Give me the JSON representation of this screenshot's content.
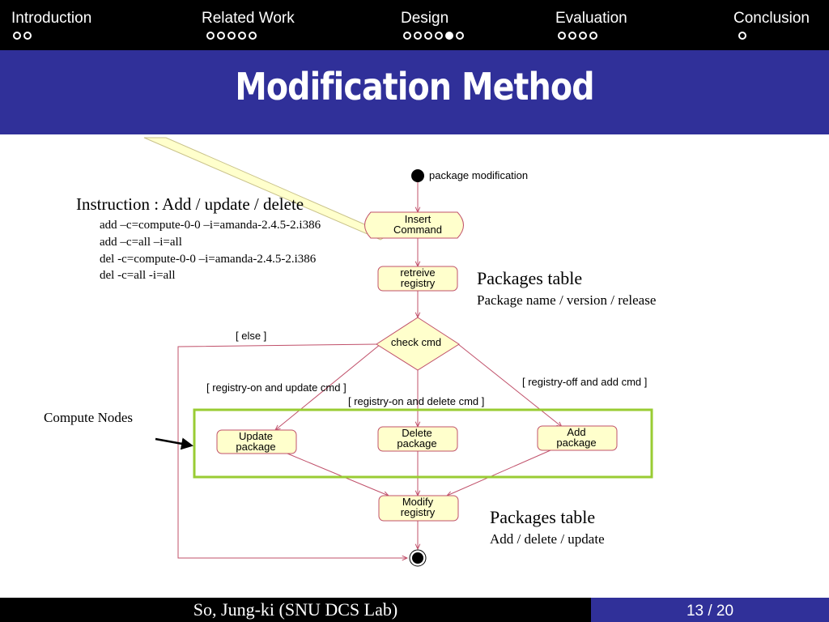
{
  "nav": {
    "sections": [
      {
        "label": "Introduction",
        "dots": 2,
        "filled": -1
      },
      {
        "label": "Related Work",
        "dots": 5,
        "filled": -1
      },
      {
        "label": "Design",
        "dots": 6,
        "filled": 4
      },
      {
        "label": "Evaluation",
        "dots": 4,
        "filled": -1
      },
      {
        "label": "Conclusion",
        "dots": 1,
        "filled": -1
      }
    ]
  },
  "slide": {
    "title": "Modification Method"
  },
  "instruction": {
    "heading": "Instruction : Add / update / delete",
    "lines": [
      "add  –c=compute-0-0 –i=amanda-2.4.5-2.i386",
      "add –c=all   –i=all",
      "del  -c=compute-0-0 –i=amanda-2.4.5-2.i386",
      "del  -c=all   -i=all"
    ]
  },
  "notes": {
    "packages_table_1": "Packages table",
    "packages_table_1_sub": "Package name / version / release",
    "packages_table_2": "Packages table",
    "packages_table_2_sub": "Add / delete / update",
    "compute_nodes": "Compute Nodes"
  },
  "diagram": {
    "start_label": "package modification",
    "insert_command": [
      "Insert",
      "Command"
    ],
    "retrieve_registry": [
      "retreive",
      "registry"
    ],
    "check_cmd": "check cmd",
    "else_guard": "[ else ]",
    "update_guard": "[ registry-on and update cmd ]",
    "delete_guard": "[ registry-on and delete cmd ]",
    "add_guard": "[ registry-off and add cmd ]",
    "update_package": [
      "Update",
      "package"
    ],
    "delete_package": [
      "Delete",
      "package"
    ],
    "add_package": [
      "Add",
      "package"
    ],
    "modify_registry": [
      "Modify",
      "registry"
    ]
  },
  "colors": {
    "title_bar": "#303099",
    "node_fill": "#ffffcc",
    "node_stroke": "#c0506a",
    "green_frame": "#99cc33",
    "callout_fill": "#ffffcc"
  },
  "footer": {
    "author": "So, Jung-ki (SNU DCS Lab)",
    "page": "13 / 20"
  }
}
